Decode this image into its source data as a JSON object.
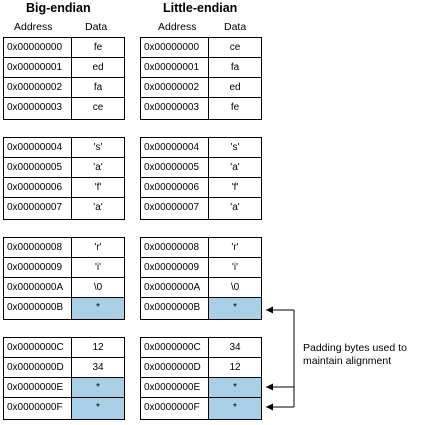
{
  "big_endian": {
    "title": "Big-endian",
    "address_header": "Address",
    "data_header": "Data",
    "blocks": [
      [
        {
          "address": "0x00000000",
          "data": "fe"
        },
        {
          "address": "0x00000001",
          "data": "ed"
        },
        {
          "address": "0x00000002",
          "data": "fa"
        },
        {
          "address": "0x00000003",
          "data": "ce"
        }
      ],
      [
        {
          "address": "0x00000004",
          "data": "'s'"
        },
        {
          "address": "0x00000005",
          "data": "'a'"
        },
        {
          "address": "0x00000006",
          "data": "'f'"
        },
        {
          "address": "0x00000007",
          "data": "'a'"
        }
      ],
      [
        {
          "address": "0x00000008",
          "data": "'r'"
        },
        {
          "address": "0x00000009",
          "data": "'i'"
        },
        {
          "address": "0x0000000A",
          "data": "\\0"
        },
        {
          "address": "0x0000000B",
          "data": "*",
          "padding": true
        }
      ],
      [
        {
          "address": "0x0000000C",
          "data": "12"
        },
        {
          "address": "0x0000000D",
          "data": "34"
        },
        {
          "address": "0x0000000E",
          "data": "*",
          "padding": true
        },
        {
          "address": "0x0000000F",
          "data": "*",
          "padding": true
        }
      ]
    ]
  },
  "little_endian": {
    "title": "Little-endian",
    "address_header": "Address",
    "data_header": "Data",
    "blocks": [
      [
        {
          "address": "0x00000000",
          "data": "ce"
        },
        {
          "address": "0x00000001",
          "data": "fa"
        },
        {
          "address": "0x00000002",
          "data": "ed"
        },
        {
          "address": "0x00000003",
          "data": "fe"
        }
      ],
      [
        {
          "address": "0x00000004",
          "data": "'s'"
        },
        {
          "address": "0x00000005",
          "data": "'a'"
        },
        {
          "address": "0x00000006",
          "data": "'f'"
        },
        {
          "address": "0x00000007",
          "data": "'a'"
        }
      ],
      [
        {
          "address": "0x00000008",
          "data": "'r'"
        },
        {
          "address": "0x00000009",
          "data": "'i'"
        },
        {
          "address": "0x0000000A",
          "data": "\\0"
        },
        {
          "address": "0x0000000B",
          "data": "*",
          "padding": true
        }
      ],
      [
        {
          "address": "0x0000000C",
          "data": "34"
        },
        {
          "address": "0x0000000D",
          "data": "12"
        },
        {
          "address": "0x0000000E",
          "data": "*",
          "padding": true
        },
        {
          "address": "0x0000000F",
          "data": "*",
          "padding": true
        }
      ]
    ]
  },
  "note": {
    "text": "Padding bytes used to\nmaintain alignment"
  },
  "colors": {
    "padding_fill": "#a9d0e6",
    "border": "#000000"
  }
}
